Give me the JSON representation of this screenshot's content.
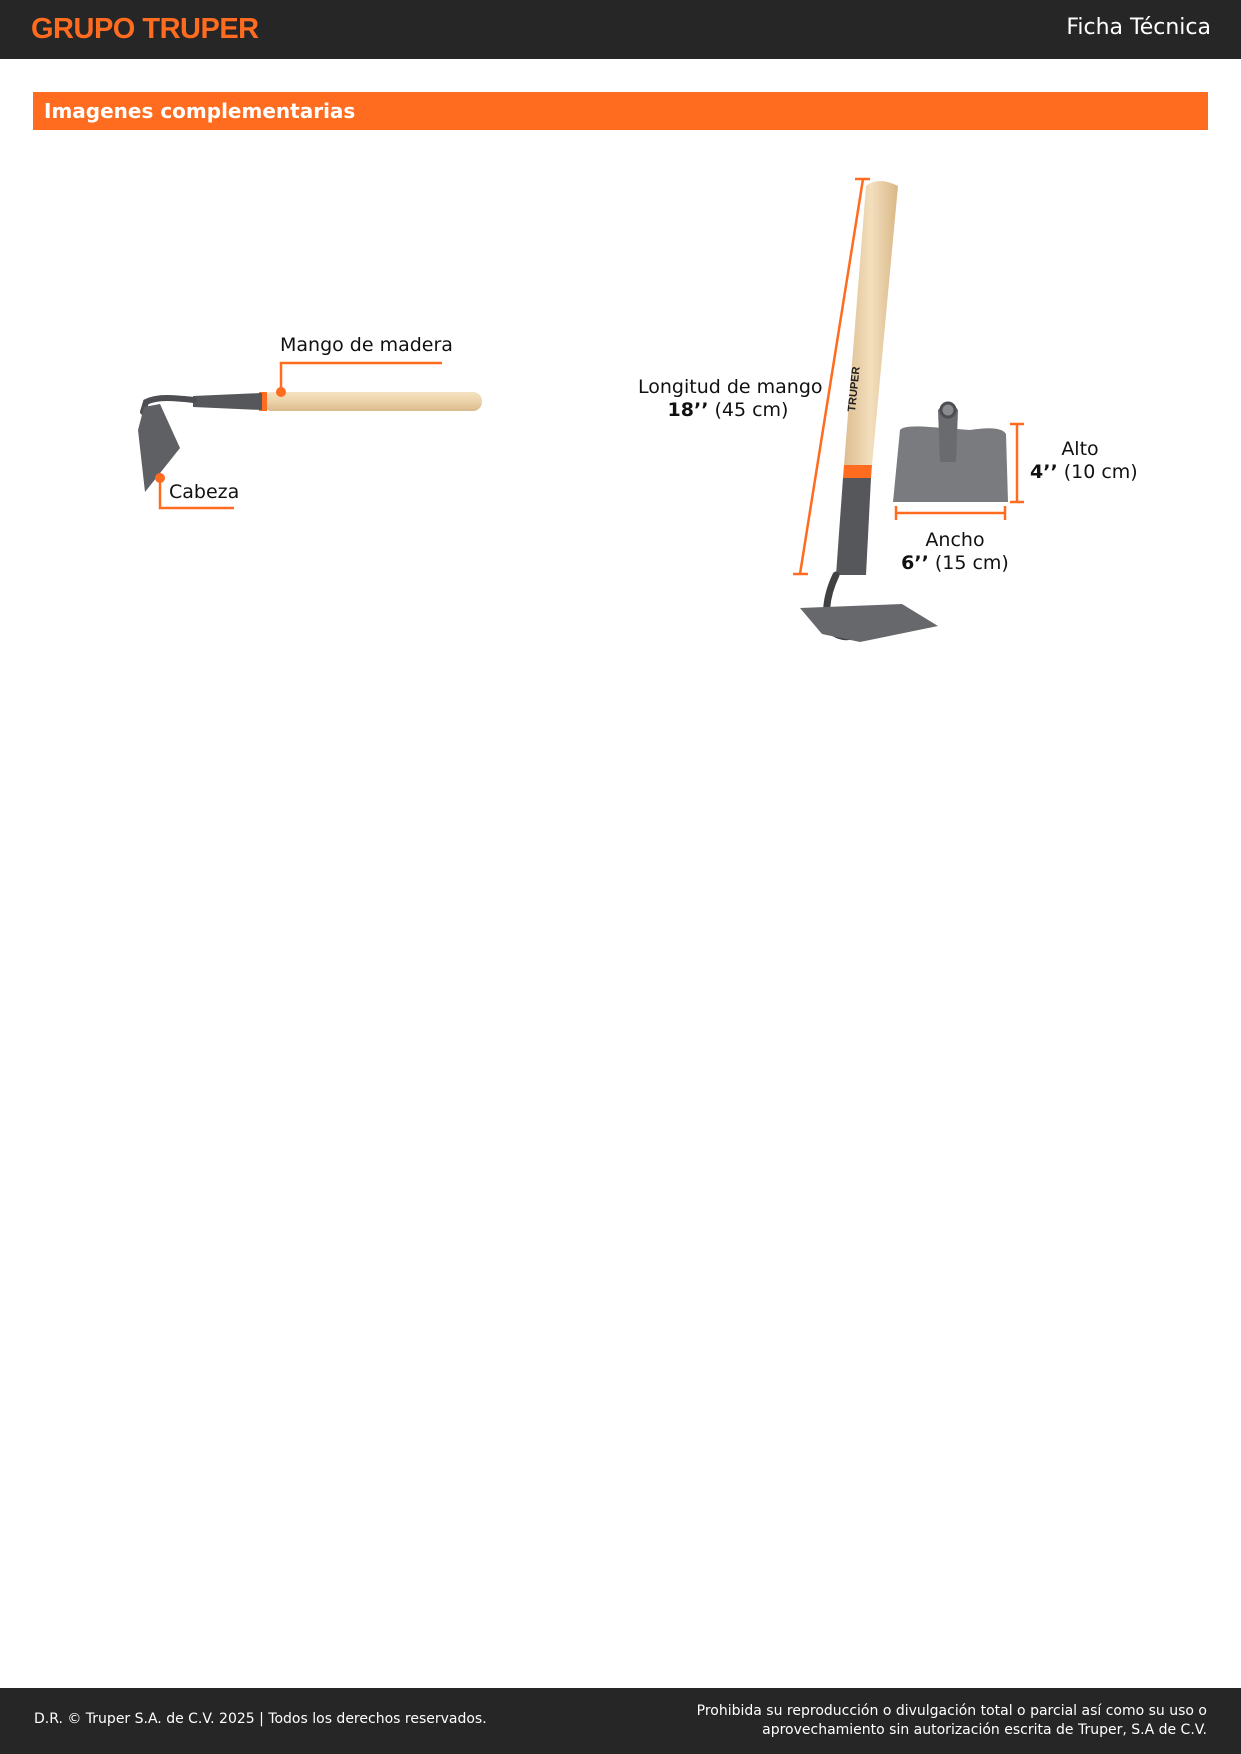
{
  "header": {
    "brand": "GRUPO TRUPER",
    "document_title": "Ficha Técnica"
  },
  "section": {
    "title": "Imagenes complementarias"
  },
  "left_figure": {
    "handle_label": "Mango de madera",
    "head_label": "Cabeza"
  },
  "right_figure": {
    "handle_length": {
      "label": "Longitud de mango",
      "value_in": "18’’",
      "value_cm": "(45 cm)"
    },
    "height": {
      "label": "Alto",
      "value_in": "4’’",
      "value_cm": "(10 cm)"
    },
    "width": {
      "label": "Ancho",
      "value_in": "6’’",
      "value_cm": "(15 cm)"
    },
    "handle_brand": "TRUPER"
  },
  "footer": {
    "copyright": "D.R. © Truper S.A. de C.V. 2025 | Todos los derechos reservados.",
    "notice_line1": "Prohibida su reproducción o divulgación total o parcial así como su uso o",
    "notice_line2": "aprovechamiento sin autorización escrita de Truper, S.A de C.V."
  },
  "colors": {
    "accent": "#ff6b1f",
    "header_bg": "#262626",
    "wood": "#ecd2a8",
    "steel": "#5f6063"
  }
}
